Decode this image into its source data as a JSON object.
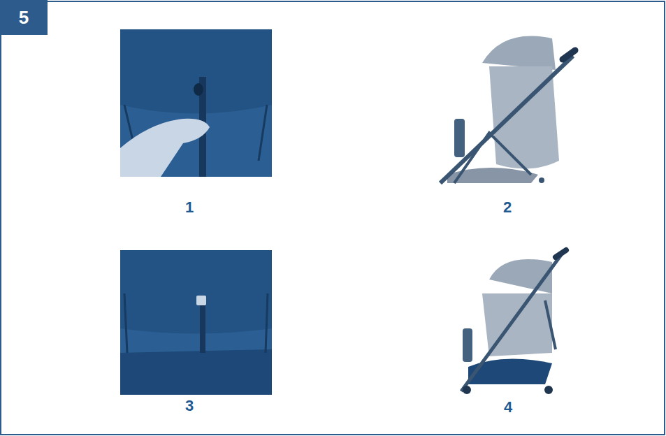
{
  "diagram": {
    "nodes": [
      {
        "text": [
          "5"
        ]
      }
    ],
    "labels": [
      "1",
      "2",
      "3",
      "4"
    ]
  }
}
